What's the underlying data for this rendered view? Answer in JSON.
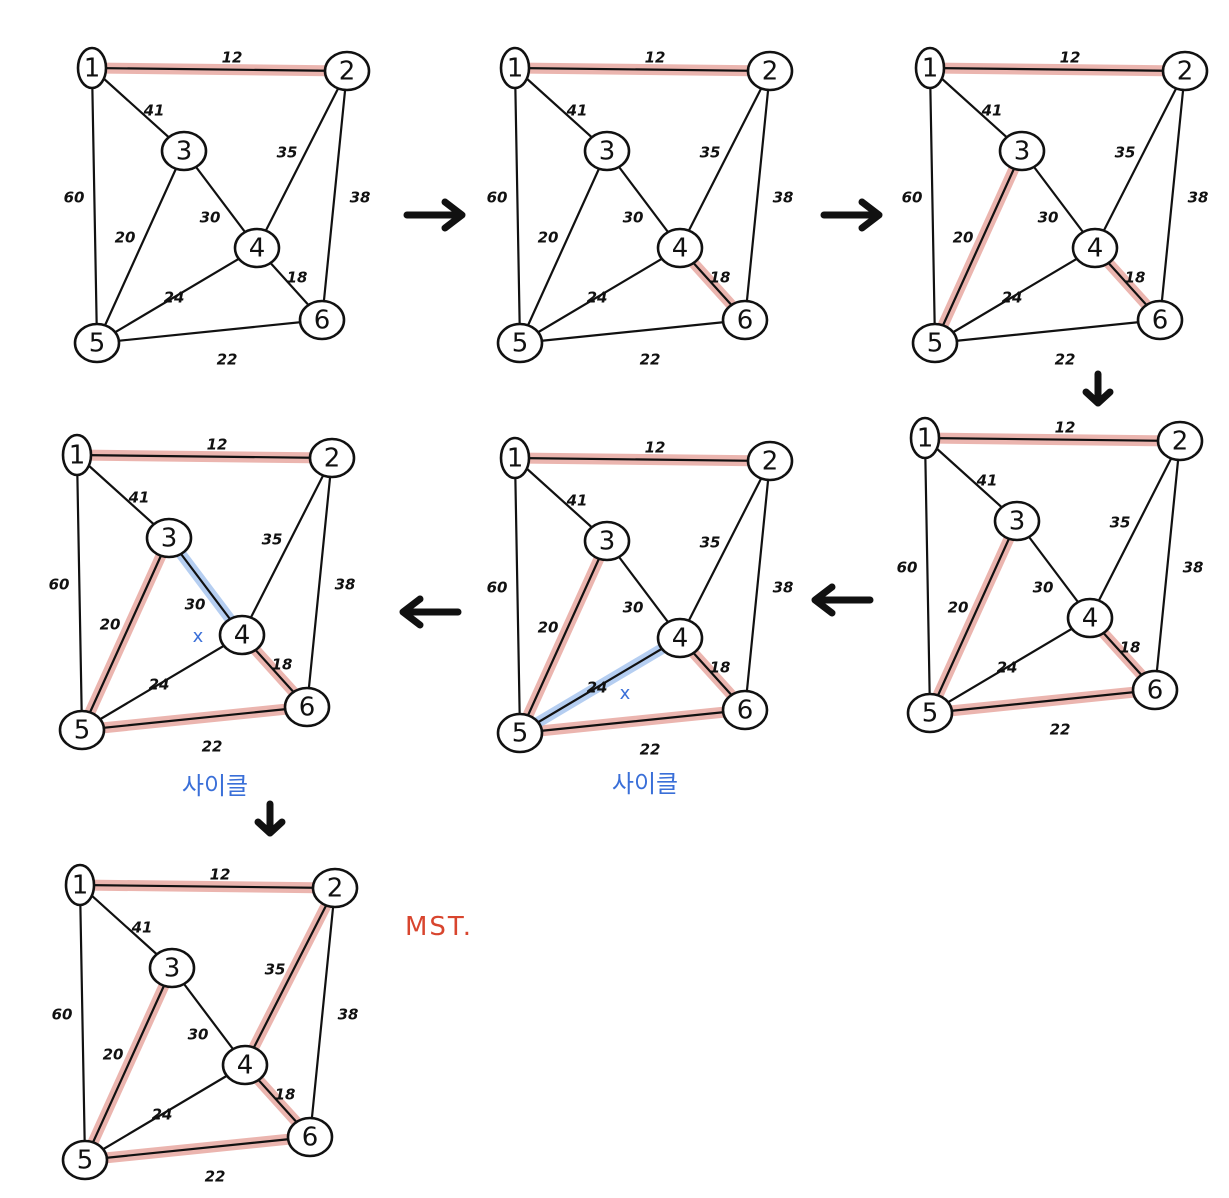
{
  "colors": {
    "ink": "#111111",
    "mst_highlight": "#e8a9a2",
    "cycle_highlight": "#a9c6ef",
    "note_blue": "#3a6fd8",
    "note_red": "#d8452e"
  },
  "graph": {
    "nodes": [
      {
        "id": "1",
        "label": "1"
      },
      {
        "id": "2",
        "label": "2"
      },
      {
        "id": "3",
        "label": "3"
      },
      {
        "id": "4",
        "label": "4"
      },
      {
        "id": "5",
        "label": "5"
      },
      {
        "id": "6",
        "label": "6"
      }
    ],
    "edges": [
      {
        "id": "e12",
        "from": "1",
        "to": "2",
        "weight": "12"
      },
      {
        "id": "e13",
        "from": "1",
        "to": "3",
        "weight": "41"
      },
      {
        "id": "e15",
        "from": "1",
        "to": "5",
        "weight": "60"
      },
      {
        "id": "e24",
        "from": "2",
        "to": "4",
        "weight": "35"
      },
      {
        "id": "e26",
        "from": "2",
        "to": "6",
        "weight": "38"
      },
      {
        "id": "e34",
        "from": "3",
        "to": "4",
        "weight": "30"
      },
      {
        "id": "e35",
        "from": "3",
        "to": "5",
        "weight": "20"
      },
      {
        "id": "e46",
        "from": "4",
        "to": "6",
        "weight": "18"
      },
      {
        "id": "e45",
        "from": "4",
        "to": "5",
        "weight": "24"
      },
      {
        "id": "e56",
        "from": "5",
        "to": "6",
        "weight": "22"
      }
    ]
  },
  "steps": [
    {
      "id": "step-1",
      "red": [
        "e12"
      ],
      "blue": [],
      "x_mark": "",
      "note": ""
    },
    {
      "id": "step-2",
      "red": [
        "e12",
        "e46"
      ],
      "blue": [],
      "x_mark": "",
      "note": ""
    },
    {
      "id": "step-3",
      "red": [
        "e12",
        "e46",
        "e35"
      ],
      "blue": [],
      "x_mark": "",
      "note": ""
    },
    {
      "id": "step-4",
      "red": [
        "e12",
        "e46",
        "e35",
        "e56"
      ],
      "blue": [],
      "x_mark": "",
      "note": ""
    },
    {
      "id": "step-5",
      "red": [
        "e12",
        "e46",
        "e35",
        "e56"
      ],
      "blue": [
        "e45"
      ],
      "x_mark": "x",
      "note": "사이클"
    },
    {
      "id": "step-6",
      "red": [
        "e12",
        "e46",
        "e35",
        "e56"
      ],
      "blue": [
        "e34"
      ],
      "x_mark": "x",
      "note": "사이클"
    },
    {
      "id": "step-7",
      "red": [
        "e12",
        "e46",
        "e35",
        "e56",
        "e24"
      ],
      "blue": [],
      "x_mark": "",
      "note": ""
    }
  ],
  "arrows": [
    {
      "id": "arrow-1",
      "direction": "right"
    },
    {
      "id": "arrow-2",
      "direction": "right"
    },
    {
      "id": "arrow-3",
      "direction": "down"
    },
    {
      "id": "arrow-4",
      "direction": "left"
    },
    {
      "id": "arrow-5",
      "direction": "left"
    },
    {
      "id": "arrow-6",
      "direction": "down"
    }
  ],
  "result_label": "MST."
}
